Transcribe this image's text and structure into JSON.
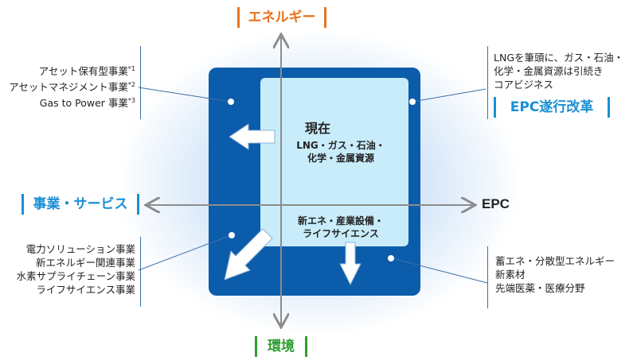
{
  "axes": {
    "top": "エネルギー",
    "bottom": "環境",
    "left": "事業・サービス",
    "right": "EPC"
  },
  "center": {
    "title": "現在",
    "line1": "LNG・ガス・石油・",
    "line2": "化学・金属資源",
    "lower1": "新エネ・産業設備・",
    "lower2": "ライフサイエンス"
  },
  "top_left": {
    "items": [
      {
        "text": "アセット保有型事業",
        "note": "*1"
      },
      {
        "text": "アセットマネジメント事業",
        "note": "*2"
      },
      {
        "text": "Gas to Power 事業",
        "note": "*3"
      }
    ]
  },
  "top_right": {
    "lines": [
      "LNGを筆頭に、ガス・石油・",
      "化学・金属資源は引続き",
      "コアビジネス"
    ],
    "tag": "EPC遂行改革"
  },
  "bottom_left": {
    "lines": [
      "電力ソリューション事業",
      "新エネルギー関連事業",
      "水素サプライチェーン事業",
      "ライフサイエンス事業"
    ]
  },
  "bottom_right": {
    "lines": [
      "蓄エネ・分散型エネルギー",
      "新素材",
      "先端医薬・医療分野"
    ]
  },
  "colors": {
    "outer": "#0b5cab",
    "inner": "#c9ecfb",
    "energy": "#e8731e",
    "environment": "#2e9e2e",
    "accent": "#1a8fd6"
  }
}
